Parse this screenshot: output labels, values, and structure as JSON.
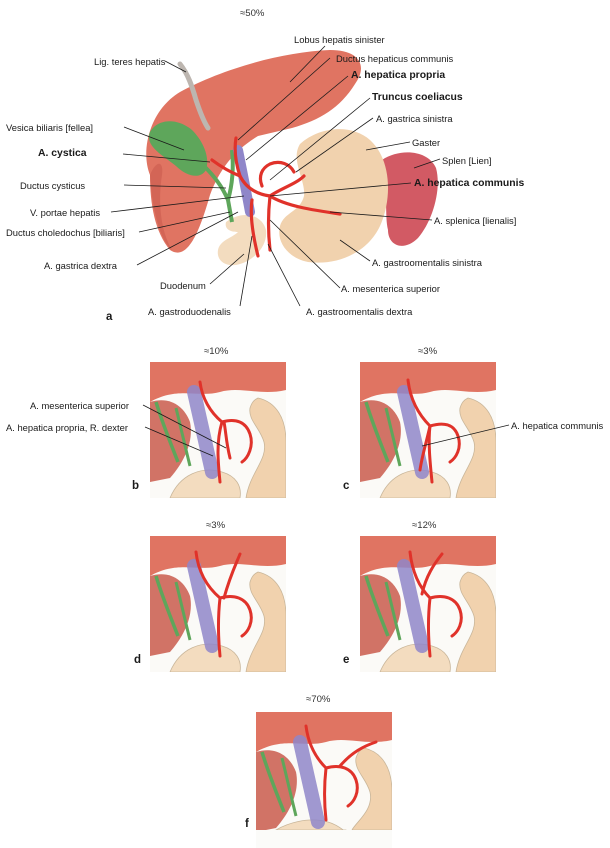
{
  "panel_a": {
    "letter": "a",
    "frequency": "≈50%",
    "labels": {
      "lig_teres": "Lig. teres hepatis",
      "lobus_sinister": "Lobus hepatis sinister",
      "ductus_hepaticus_communis": "Ductus hepaticus communis",
      "a_hepatica_propria": "A. hepatica propria",
      "truncus_coeliacus": "Truncus coeliacus",
      "a_gastrica_sinistra": "A. gastrica sinistra",
      "vesica_biliaris": "Vesica biliaris [fellea]",
      "gaster": "Gaster",
      "splen": "Splen [Lien]",
      "a_cystica": "A. cystica",
      "a_hepatica_communis": "A. hepatica communis",
      "ductus_cysticus": "Ductus cysticus",
      "v_portae": "V. portae hepatis",
      "a_splenica": "A. splenica [lienalis]",
      "ductus_choledochus": "Ductus choledochus [biliaris]",
      "a_gastrica_dextra": "A. gastrica dextra",
      "a_gastroomentalis_sinistra": "A. gastroomentalis sinistra",
      "duodenum": "Duodenum",
      "a_mesenterica_superior": "A. mesenterica superior",
      "a_gastroduodenalis": "A. gastroduodenalis",
      "a_gastroomentalis_dextra": "A. gastroomentalis dextra"
    }
  },
  "panel_b": {
    "letter": "b",
    "frequency": "≈10%",
    "labels": {
      "a_mesenterica_superior": "A. mesenterica superior",
      "a_hepatica_propria_r_dexter": "A. hepatica propria, R. dexter"
    }
  },
  "panel_c": {
    "letter": "c",
    "frequency": "≈3%",
    "labels": {
      "a_hepatica_communis": "A. hepatica communis"
    }
  },
  "panel_d": {
    "letter": "d",
    "frequency": "≈3%"
  },
  "panel_e": {
    "letter": "e",
    "frequency": "≈12%"
  },
  "panel_f": {
    "letter": "f",
    "frequency": "≈70%"
  },
  "colors": {
    "liver": "#e07462",
    "liver_shadow": "#c95a4c",
    "stomach": "#f1d2ae",
    "spleen": "#d25a64",
    "gallbladder": "#5ea65b",
    "bile_duct": "#5ea65b",
    "artery": "#e0322a",
    "portal_vein": "#8f86c9",
    "duodenum": "#f3dcbf"
  }
}
